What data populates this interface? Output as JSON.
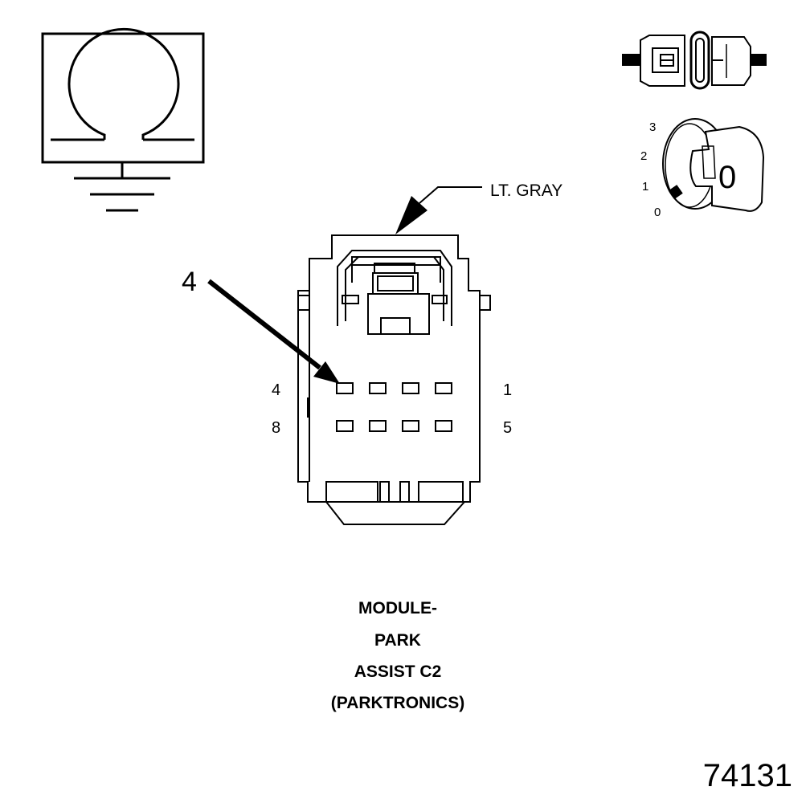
{
  "symbols": {
    "ohmmeter": "ohmmeter-ground-icon",
    "connector_disconnect": "connector-disconnect-icon",
    "ignition_key": "ignition-key-icon"
  },
  "ignition_positions": [
    "3",
    "2",
    "1",
    "0"
  ],
  "key_label": "0",
  "callout": {
    "color_label": "LT. GRAY",
    "pin_callout": "4"
  },
  "connector": {
    "pin_labels": {
      "top_left": "4",
      "top_right": "1",
      "bottom_left": "8",
      "bottom_right": "5"
    }
  },
  "caption": [
    "MODULE-",
    "PARK",
    "ASSIST C2",
    "(PARKTRONICS)"
  ],
  "figure_number": "74131"
}
